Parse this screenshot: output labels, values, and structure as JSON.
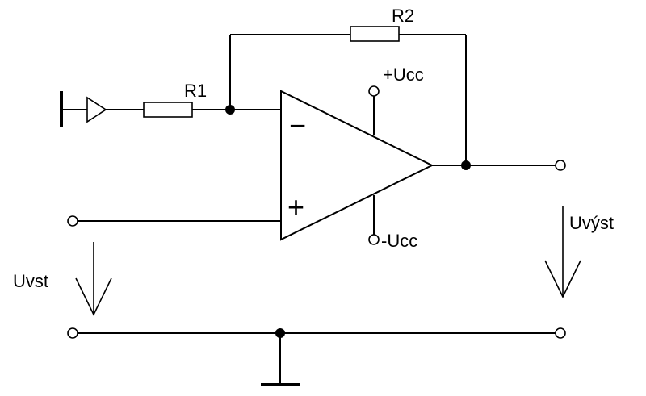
{
  "labels": {
    "r1": "R1",
    "r2": "R2",
    "plus_ucc": "+Ucc",
    "minus_ucc": "-Ucc",
    "uvst": "Uvst",
    "uvyst": "Uvýst",
    "inv_sign": "−",
    "noninv_sign": "+"
  }
}
